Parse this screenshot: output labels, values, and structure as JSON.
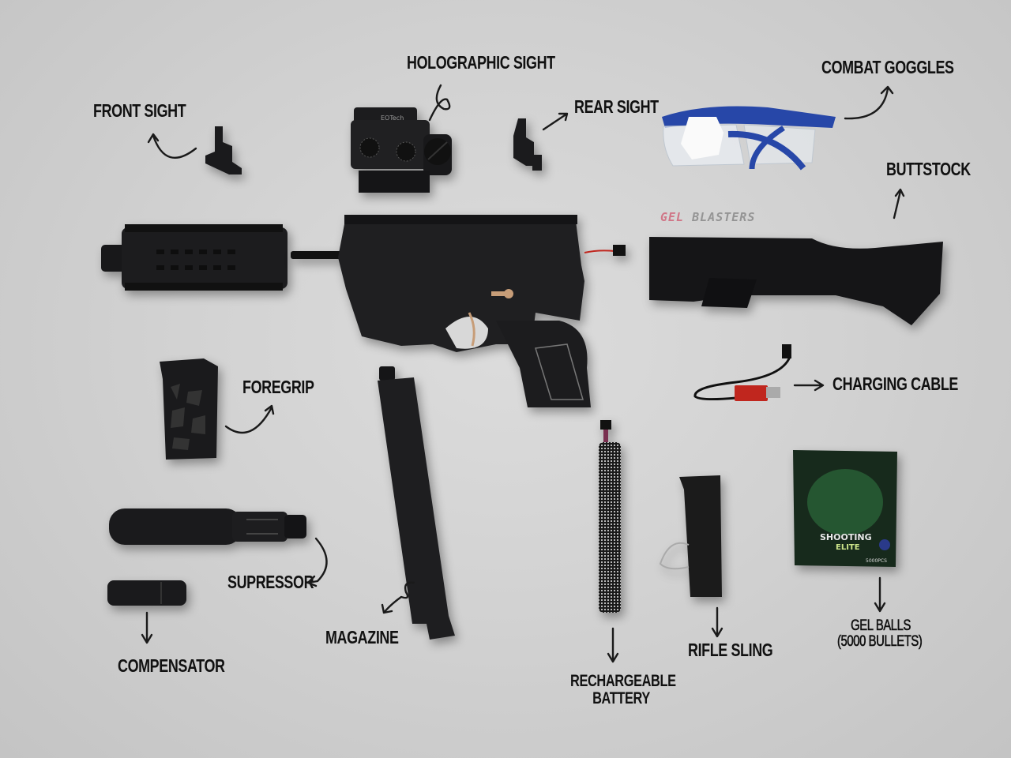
{
  "watermark": {
    "part1": "GEL",
    "part2": "BLASTERS",
    "accent_color": "#d0667a"
  },
  "labels": {
    "front_sight": "FRONT SIGHT",
    "holographic_sight": "HOLOGRAPHIC SIGHT",
    "rear_sight": "REAR SIGHT",
    "combat_goggles": "COMBAT GOGGLES",
    "buttstock": "BUTTSTOCK",
    "foregrip": "FOREGRIP",
    "charging_cable": "CHARGING CABLE",
    "supressor": "SUPRESSOR",
    "compensator": "COMPENSATOR",
    "magazine": "MAGAZINE",
    "rechargeable_battery_line1": "RECHARGEABLE",
    "rechargeable_battery_line2": "BATTERY",
    "rifle_sling": "RIFLE SLING",
    "gel_balls_line1": "GEL BALLS",
    "gel_balls_line2": "(5000 BULLETS)"
  },
  "product_text": {
    "holo_brand": "EOTech",
    "gel_pack_title1": "SHOOTING",
    "gel_pack_title2": "ELITE",
    "gel_pack_count": "5000PCS"
  },
  "colors": {
    "background": "#d2d2d2",
    "parts": "#1c1c1e",
    "goggle_frame": "#2747a8",
    "cable_red": "#c0261e",
    "pack_green": "#1f4a2a"
  }
}
